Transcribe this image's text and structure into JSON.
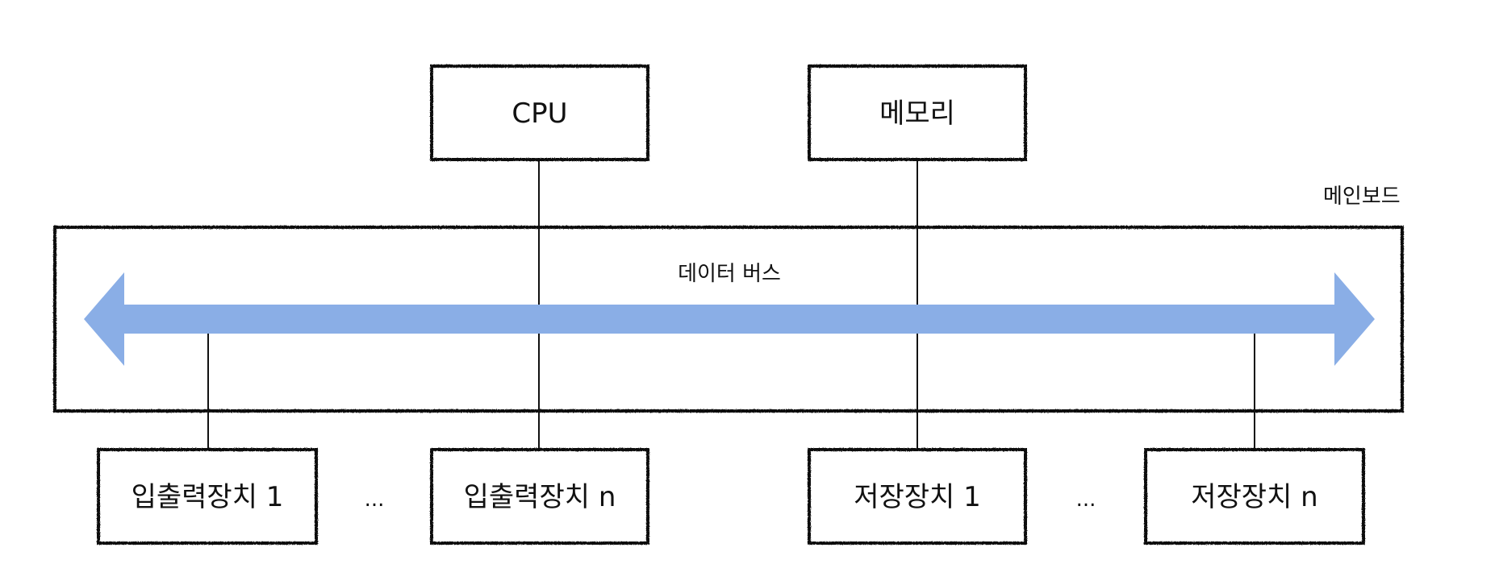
{
  "diagram": {
    "top_nodes": {
      "cpu": "CPU",
      "memory": "메모리"
    },
    "board": {
      "label": "메인보드",
      "bus_label": "데이터 버스"
    },
    "bottom_nodes": {
      "io_1": "입출력장치 1",
      "io_n": "입출력장치 n",
      "storage_1": "저장장치 1",
      "storage_n": "저장장치 n"
    },
    "ellipsis": "..."
  },
  "colors": {
    "bus_arrow": "#8aaee6",
    "stroke": "#111111",
    "background": "#ffffff"
  }
}
